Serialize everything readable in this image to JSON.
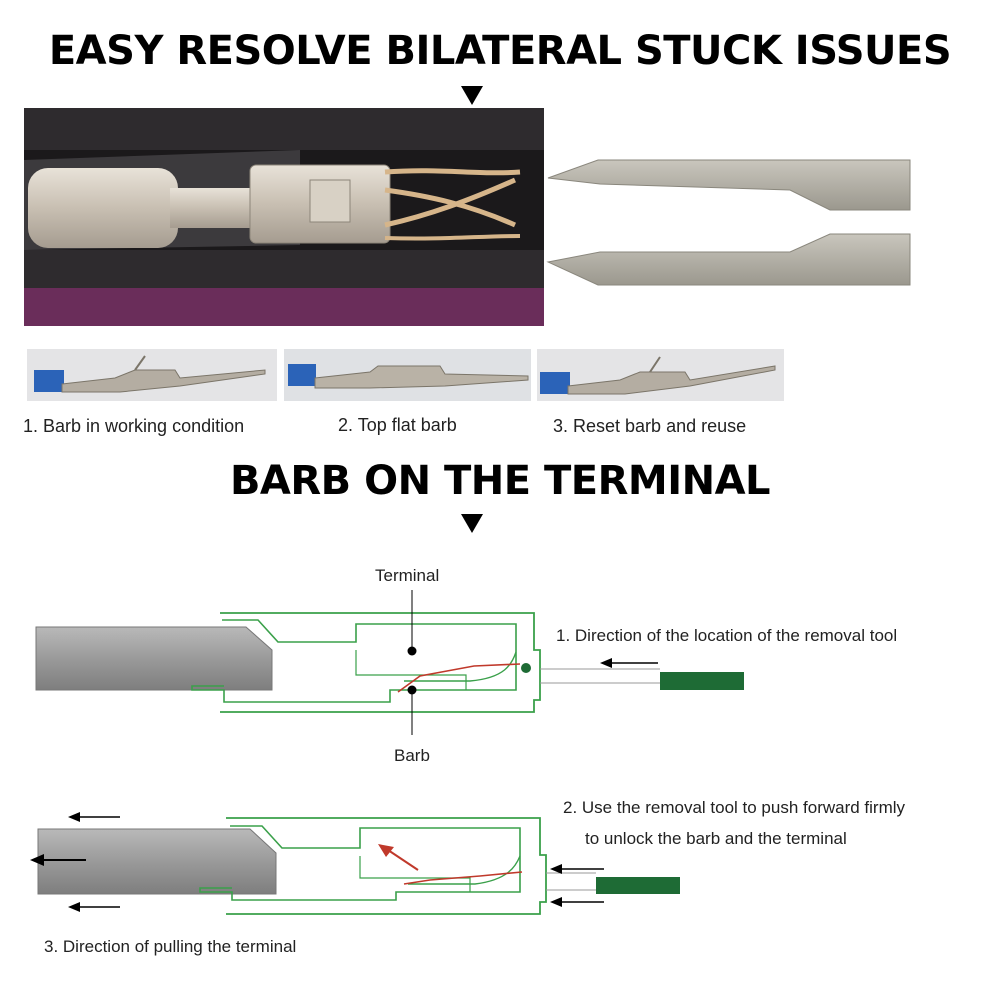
{
  "headings": {
    "top": "EASY RESOLVE BILATERAL STUCK ISSUES",
    "middle": "BARB ON THE TERMINAL"
  },
  "photo_captions": [
    "1. Barb in working condition",
    "2. Top flat barb",
    "3. Reset barb and reuse"
  ],
  "diagram_1": {
    "label_terminal": "Terminal",
    "label_barb": "Barb",
    "step_1": "1. Direction of the location of the removal tool"
  },
  "diagram_2": {
    "step_2_line1": "2. Use the removal tool to push forward firmly",
    "step_2_line2": "to unlock the barb and the terminal",
    "step_3": "3. Direction of pulling the terminal"
  },
  "colors": {
    "outline_green": "#3aa04a",
    "tool_green": "#1e6b35",
    "barb_red": "#c0392b",
    "housing_dark": "#2e2b2e",
    "housing_purple": "#6a2d5a",
    "shaft_grey": "#9a9a9a"
  }
}
